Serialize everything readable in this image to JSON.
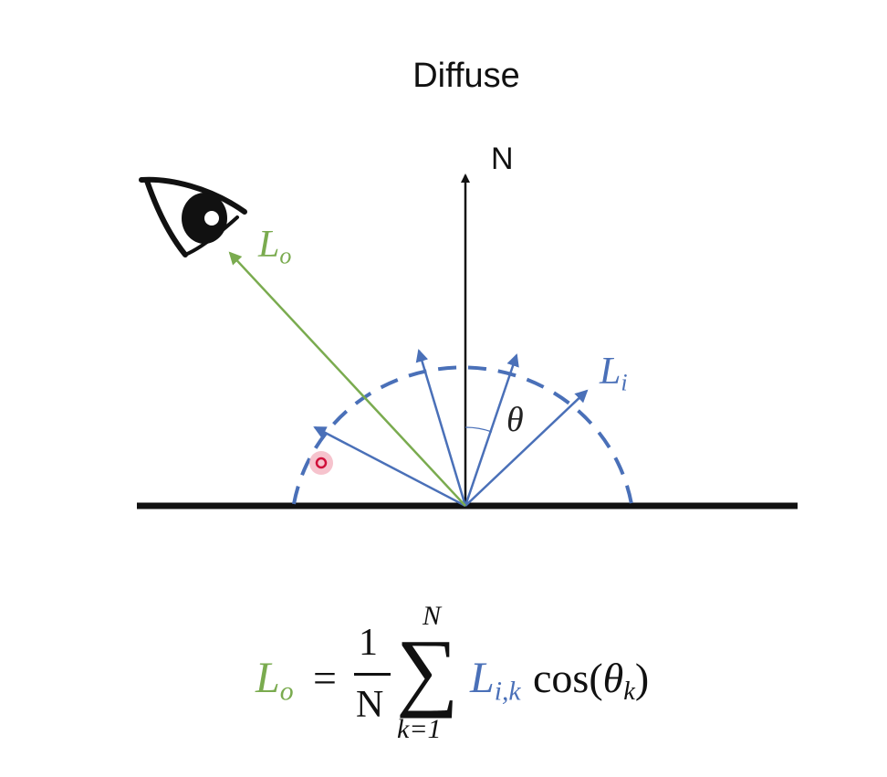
{
  "title": "Diffuse",
  "normal_label": "N",
  "outgoing_label": {
    "main": "L",
    "sub": "o"
  },
  "incoming_label": {
    "main": "L",
    "sub": "i"
  },
  "angle_label": "θ",
  "colors": {
    "outgoing": "#7aab4f",
    "incoming": "#4a70b8",
    "surface": "#111111"
  },
  "icons": [
    "eye-icon",
    "cursor-marker-icon"
  ],
  "formula": {
    "lhs_main": "L",
    "lhs_sub": "o",
    "equals": "=",
    "numerator": "1",
    "denominator": "N",
    "sum_symbol": "∑",
    "sum_upper": "N",
    "sum_lower": "k=1",
    "term_main": "L",
    "term_sub": "i,k",
    "cos_text": "cos(",
    "theta": "θ",
    "theta_sub": "k",
    "close": ")"
  }
}
